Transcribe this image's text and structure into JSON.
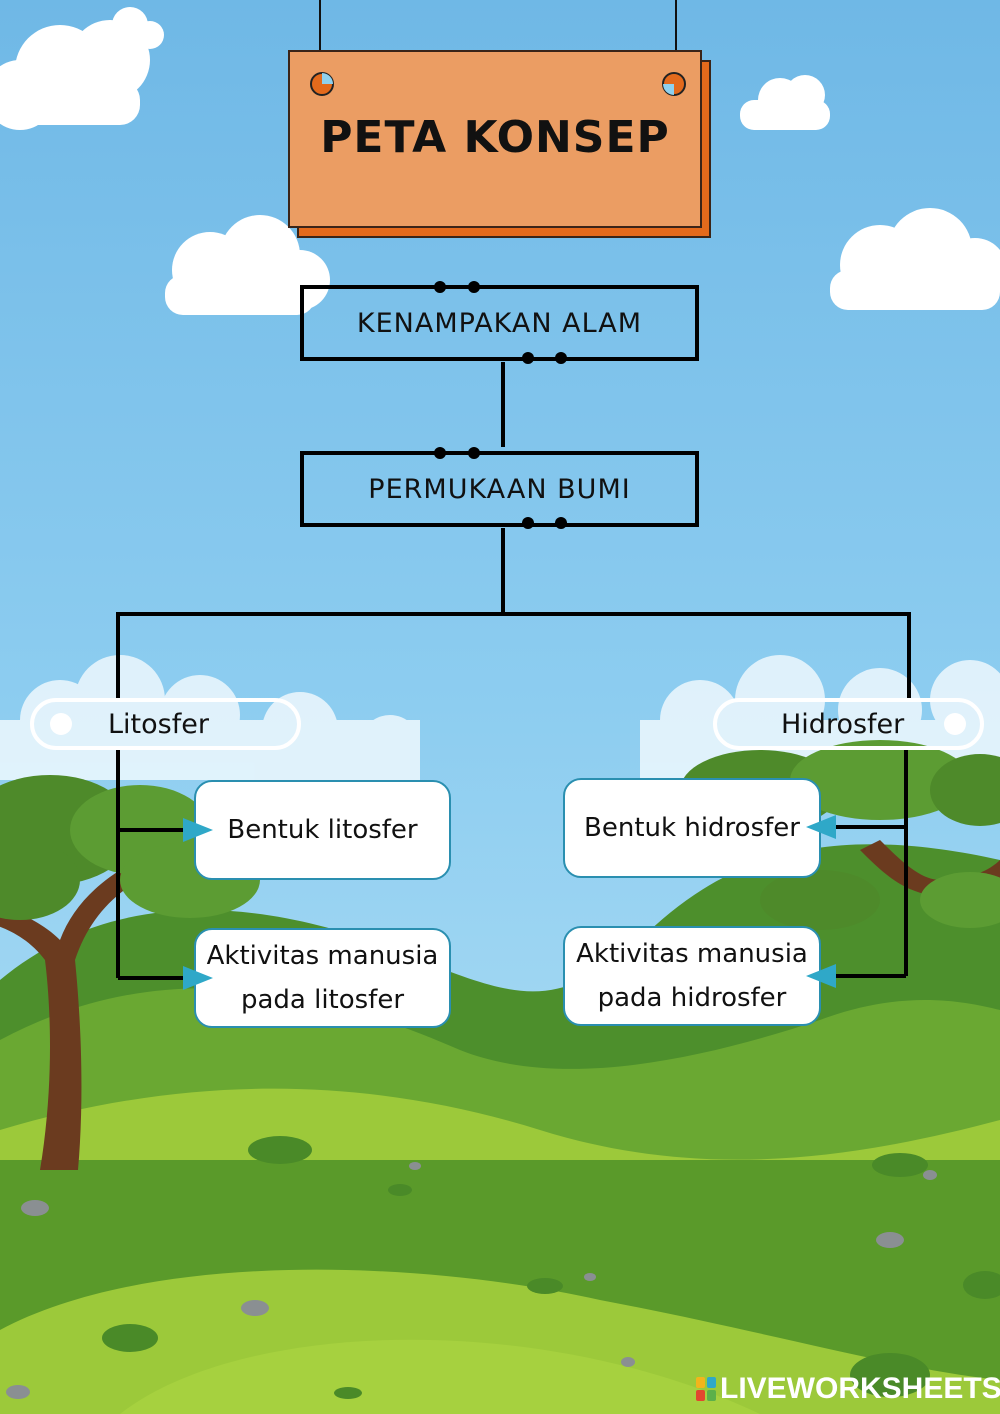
{
  "title": "PETA KONSEP",
  "nodes": {
    "root": "KENAMPAKAN ALAM",
    "level2": "PERMUKAAN BUMI",
    "left": "Litosfer",
    "right": "Hidrosfer",
    "left_children": [
      "Bentuk litosfer",
      "Aktivitas manusia pada litosfer"
    ],
    "right_children": [
      "Bentuk hidrosfer",
      "Aktivitas manusia pada hidrosfer"
    ]
  },
  "brand": "LIVEWORKSHEETS",
  "colors": {
    "sky": "#7fc4ea",
    "sign": "#eb9d63",
    "sign_shadow": "#e36a1c",
    "arrow": "#2fa8c8",
    "grass_light": "#9cc93a",
    "grass_dark": "#5a9a2a"
  },
  "icons": {
    "connector": "dot-pin-icon",
    "arrow": "triangle-arrow-icon",
    "brand_mark": "liveworksheets-logo-icon"
  }
}
